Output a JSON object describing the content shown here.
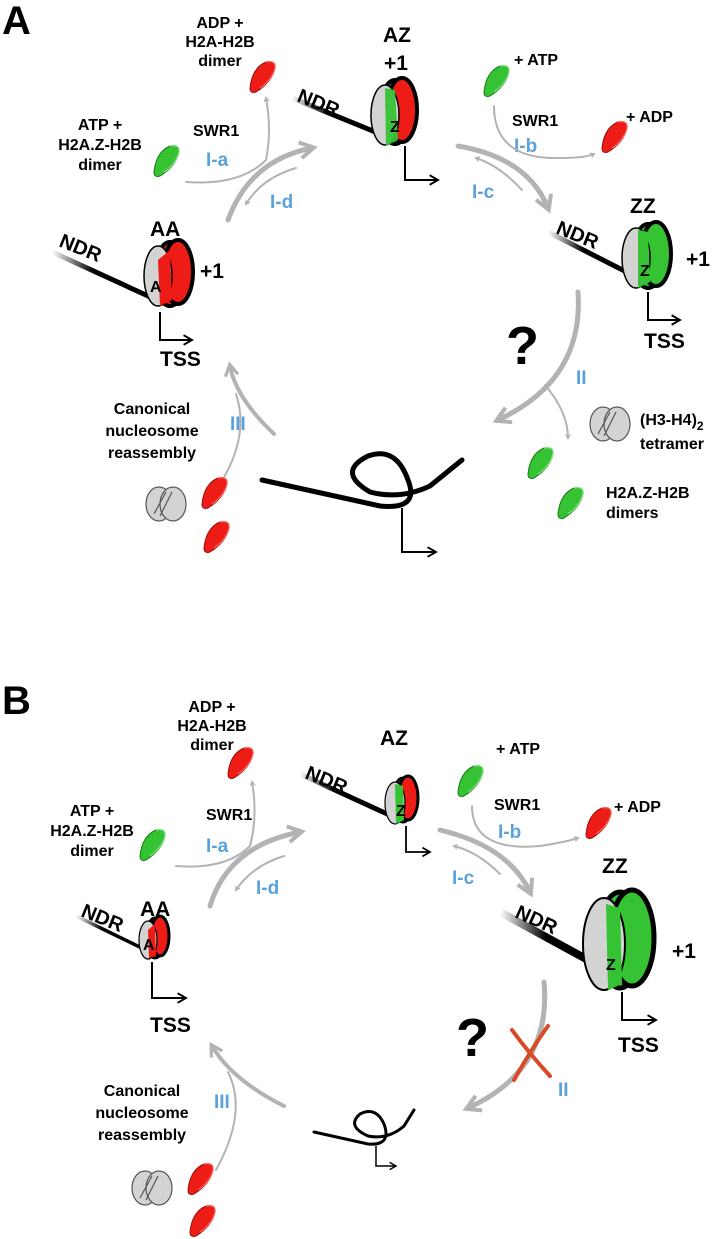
{
  "colors": {
    "h2a_red": "#ee1c16",
    "h2az_green": "#35c334",
    "histone_grey": "#d3d3d3",
    "arrow_grey": "#b3b3b3",
    "step_blue": "#5aa2dc",
    "block_x": "#d84a25"
  },
  "icons": [
    "h2a-h2b-dimer-icon",
    "h2az-h2b-dimer-icon",
    "h3h4-tetramer-icon",
    "nucleosome-icon",
    "tss-arrow-icon",
    "dna-loop-icon",
    "cross-mark-icon"
  ],
  "panelA": {
    "letter": "A",
    "state_az": "AZ",
    "state_az_plus1": "+1",
    "state_zz": "ZZ",
    "state_zz_plus1": "+1",
    "state_aa": "AA",
    "state_aa_plus1": "+1",
    "ndr": "NDR",
    "tss": "TSS",
    "nuc_a": "A",
    "nuc_z": "Z",
    "adp_dimer": [
      "ADP +",
      "H2A-H2B",
      "dimer"
    ],
    "atp_dimer": [
      "ATP +",
      "H2A.Z-H2B",
      "dimer"
    ],
    "swr1": "SWR1",
    "plus_atp": "+ ATP",
    "plus_adp": "+ ADP",
    "step_ia": "I-a",
    "step_ib": "I-b",
    "step_ic": "I-c",
    "step_id": "I-d",
    "step_ii": "II",
    "step_iii": "III",
    "question": "?",
    "tetramer_line1": "(H3-H4)",
    "tetramer_sub": "2",
    "tetramer_line2": "tetramer",
    "h2az_dimers": [
      "H2A.Z-H2B",
      "dimers"
    ],
    "reassembly": [
      "Canonical",
      "nucleosome",
      "reassembly"
    ]
  },
  "panelB": {
    "letter": "B",
    "state_az": "AZ",
    "state_zz": "ZZ",
    "state_zz_plus1": "+1",
    "state_aa": "AA",
    "ndr": "NDR",
    "tss": "TSS",
    "nuc_a": "A",
    "nuc_z": "Z",
    "adp_dimer": [
      "ADP +",
      "H2A-H2B",
      "dimer"
    ],
    "atp_dimer": [
      "ATP +",
      "H2A.Z-H2B",
      "dimer"
    ],
    "swr1": "SWR1",
    "plus_atp": "+ ATP",
    "plus_adp": "+ ADP",
    "step_ia": "I-a",
    "step_ib": "I-b",
    "step_ic": "I-c",
    "step_id": "I-d",
    "step_ii": "II",
    "step_iii": "III",
    "question": "?",
    "reassembly": [
      "Canonical",
      "nucleosome",
      "reassembly"
    ]
  }
}
